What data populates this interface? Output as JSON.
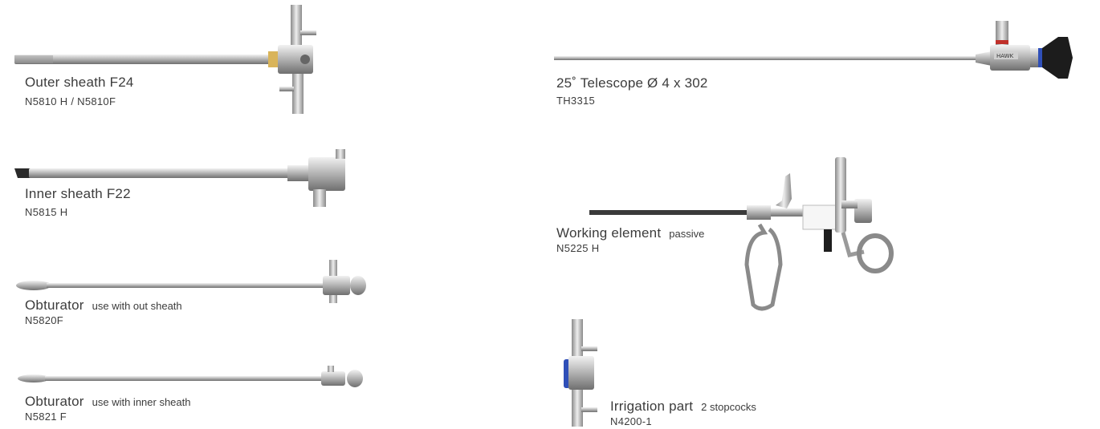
{
  "catalog": {
    "outer_sheath": {
      "title": "Outer sheath F24",
      "note": "",
      "code": "N5810 H / N5810F"
    },
    "inner_sheath": {
      "title": "Inner sheath F22",
      "note": "",
      "code": "N5815 H"
    },
    "obturator_outer": {
      "title": "Obturator",
      "note": "use with out sheath",
      "code": "N5820F"
    },
    "obturator_inner": {
      "title": "Obturator",
      "note": "use with inner sheath",
      "code": "N5821 F"
    },
    "telescope": {
      "title": "25˚ Telescope  Ø 4 x 302",
      "note": "",
      "code": "TH3315",
      "brand_mark": "HAWK"
    },
    "working_element": {
      "title": "Working element",
      "note": "passive",
      "code": "N5225 H"
    },
    "irrigation_part": {
      "title": "Irrigation part",
      "note": "2 stopcocks",
      "code": "N4200-1"
    }
  },
  "colors": {
    "steel_light": "#e4e4e4",
    "steel_mid": "#a9a9a9",
    "steel_dark": "#6e6e6e",
    "gold_ring": "#d9b45a",
    "blue_ring": "#2f4fb8",
    "red_ring": "#c0302a",
    "black_eyepiece": "#1c1c1c"
  }
}
